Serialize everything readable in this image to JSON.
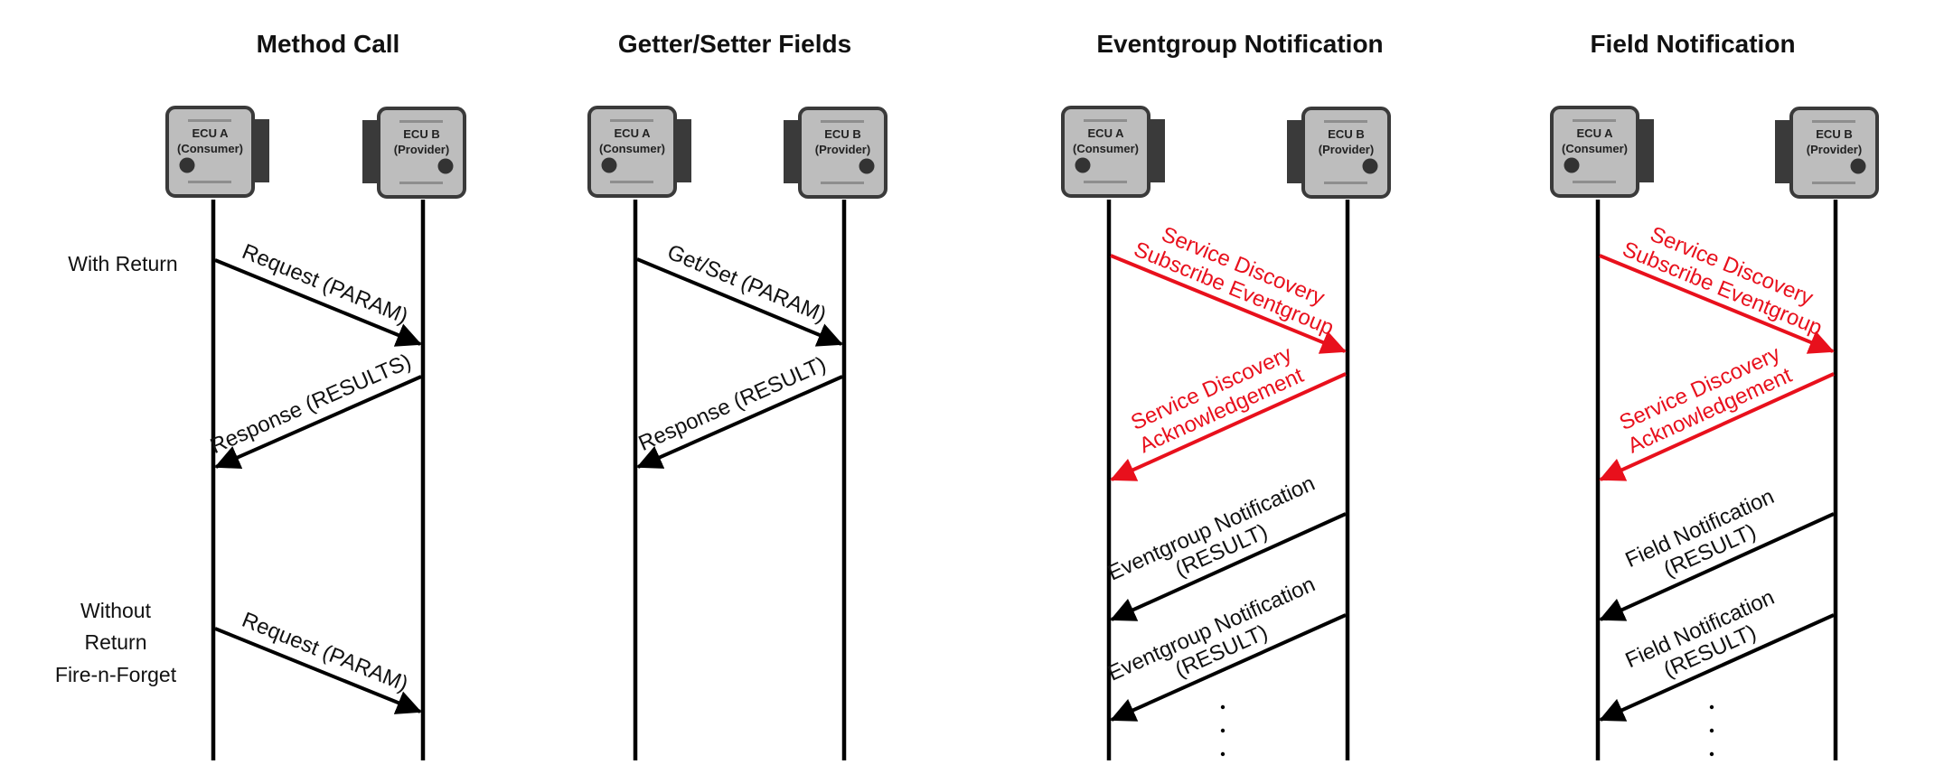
{
  "colors": {
    "text": "#111111",
    "signal_red": "#e8101c",
    "ecu_fill": "#bdbdbd",
    "ecu_border": "#3a3a3a",
    "ecu_stripe": "#8e8e8e"
  },
  "side_labels": {
    "with_return": [
      "With Return"
    ],
    "without_return": [
      "Without",
      "Return",
      "Fire-n-Forget"
    ]
  },
  "panels": [
    {
      "id": "method-call",
      "title": "Method Call",
      "ecu_a": {
        "name": "ECU A",
        "role": "(Consumer)"
      },
      "ecu_b": {
        "name": "ECU B",
        "role": "(Provider)"
      },
      "messages": [
        {
          "id": "request",
          "direction": "a-to-b",
          "color": "black",
          "label": [
            "Request (PARAM)"
          ]
        },
        {
          "id": "response",
          "direction": "b-to-a",
          "color": "black",
          "label": [
            "Response (RESULTS)"
          ]
        },
        {
          "id": "request-fire-n-forget",
          "direction": "a-to-b",
          "color": "black",
          "label": [
            "Request (PARAM)"
          ]
        }
      ],
      "continuation": false
    },
    {
      "id": "getter-setter-fields",
      "title": "Getter/Setter Fields",
      "ecu_a": {
        "name": "ECU A",
        "role": "(Consumer)"
      },
      "ecu_b": {
        "name": "ECU B",
        "role": "(Provider)"
      },
      "messages": [
        {
          "id": "get-set",
          "direction": "a-to-b",
          "color": "black",
          "label": [
            "Get/Set (PARAM)"
          ]
        },
        {
          "id": "response",
          "direction": "b-to-a",
          "color": "black",
          "label": [
            "Response (RESULT)"
          ]
        }
      ],
      "continuation": false
    },
    {
      "id": "eventgroup-notification",
      "title": "Eventgroup Notification",
      "ecu_a": {
        "name": "ECU A",
        "role": "(Consumer)"
      },
      "ecu_b": {
        "name": "ECU B",
        "role": "(Provider)"
      },
      "messages": [
        {
          "id": "sd-subscribe",
          "direction": "a-to-b",
          "color": "red",
          "label": [
            "Service Discovery",
            "Subscribe Eventgroup"
          ]
        },
        {
          "id": "sd-ack",
          "direction": "b-to-a",
          "color": "red",
          "label": [
            "Service Discovery",
            "Acknowledgement"
          ]
        },
        {
          "id": "notification-1",
          "direction": "b-to-a",
          "color": "black",
          "label": [
            "Eventgroup Notification",
            "(RESULT)"
          ]
        },
        {
          "id": "notification-2",
          "direction": "b-to-a",
          "color": "black",
          "label": [
            "Eventgroup Notification",
            "(RESULT)"
          ]
        }
      ],
      "continuation": true
    },
    {
      "id": "field-notification",
      "title": "Field Notification",
      "ecu_a": {
        "name": "ECU A",
        "role": "(Consumer)"
      },
      "ecu_b": {
        "name": "ECU B",
        "role": "(Provider)"
      },
      "messages": [
        {
          "id": "sd-subscribe",
          "direction": "a-to-b",
          "color": "red",
          "label": [
            "Service Discovery",
            "Subscribe Eventgroup"
          ]
        },
        {
          "id": "sd-ack",
          "direction": "b-to-a",
          "color": "red",
          "label": [
            "Service Discovery",
            "Acknowledgement"
          ]
        },
        {
          "id": "notification-1",
          "direction": "b-to-a",
          "color": "black",
          "label": [
            "Field Notification",
            "(RESULT)"
          ]
        },
        {
          "id": "notification-2",
          "direction": "b-to-a",
          "color": "black",
          "label": [
            "Field Notification",
            "(RESULT)"
          ]
        }
      ],
      "continuation": true
    }
  ]
}
